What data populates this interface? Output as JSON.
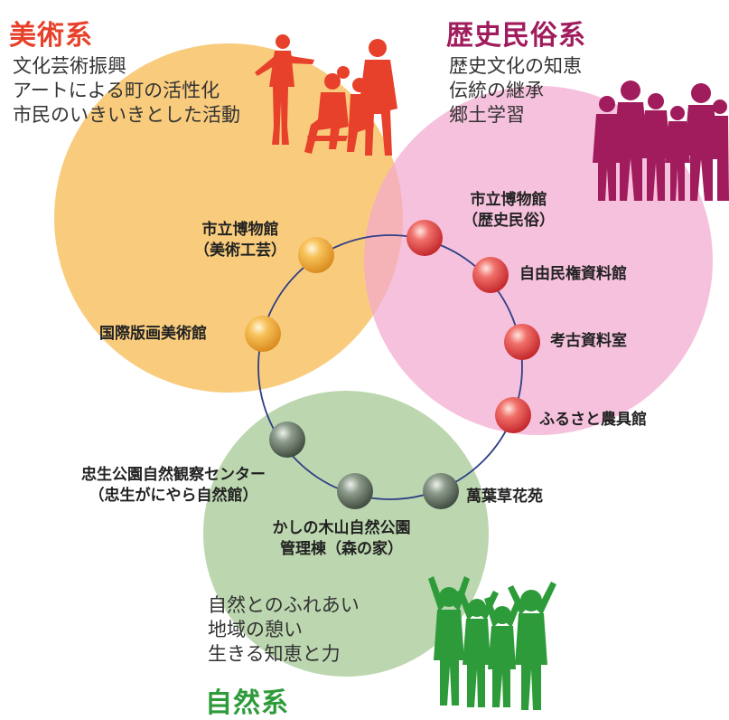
{
  "colors": {
    "art": "#e8412b",
    "history": "#a01c5c",
    "nature": "#2e9b3a",
    "art_circle": "#f8c366",
    "history_circle": "#f2a9cf",
    "nature_circle": "#b5d3a6",
    "ring": "#2f3f86"
  },
  "categories": {
    "art": {
      "title": "美術系",
      "lines": [
        "文化芸術振興",
        "アートによる町の活性化",
        "市民のいきいきとした活動"
      ]
    },
    "history": {
      "title": "歴史民俗系",
      "lines": [
        "歴史文化の知恵",
        "伝統の継承",
        "郷土学習"
      ]
    },
    "nature": {
      "title": "自然系",
      "lines": [
        "自然とのふれあい",
        "地域の憩い",
        "生きる知恵と力"
      ]
    }
  },
  "facilities": {
    "museum_art": {
      "line1": "市立博物館",
      "line2": "（美術工芸）"
    },
    "print_museum": {
      "line1": "国際版画美術館"
    },
    "museum_history": {
      "line1": "市立博物館",
      "line2": "（歴史民俗）"
    },
    "jiyu_minken": {
      "line1": "自由民権資料館"
    },
    "archaeology": {
      "line1": "考古資料室"
    },
    "farm_tools": {
      "line1": "ふるさと農具館"
    },
    "flower_garden": {
      "line1": "萬葉草花苑"
    },
    "kashinoki": {
      "line1": "かしの木山自然公園",
      "line2": "管理棟（森の家）"
    },
    "chusei": {
      "line1": "忠生公園自然観察センター",
      "line2": "（忠生がにやら自然館）"
    }
  },
  "icons": {
    "art": "group-of-people-silhouette-icon",
    "history": "family-silhouette-icon",
    "nature": "cheering-children-silhouette-icon"
  }
}
